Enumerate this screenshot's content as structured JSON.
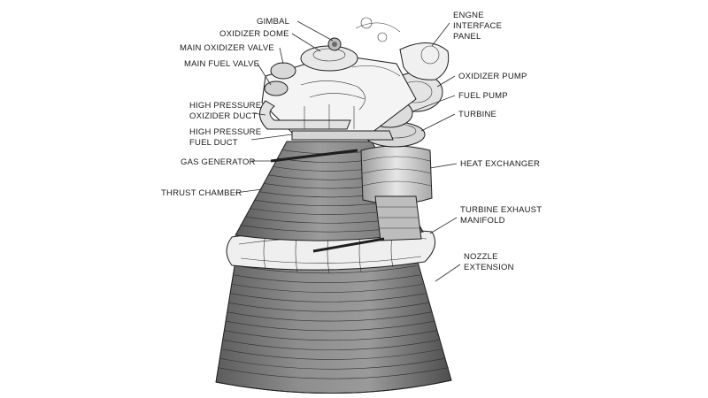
{
  "labels": {
    "gimbal": "GIMBAL",
    "oxidizer_dome": "OXIDIZER DOME",
    "main_oxidizer_valve": "MAIN OXIDIZER VALVE",
    "main_fuel_valve": "MAIN FUEL VALVE",
    "hp_oxidizer_duct_1": "HIGH PRESSURE",
    "hp_oxidizer_duct_2": "OXIZIDER DUCT",
    "hp_fuel_duct_1": "HIGH PRESSURE",
    "hp_fuel_duct_2": "FUEL DUCT",
    "gas_generator": "GAS GENERATOR",
    "thrust_chamber": "THRUST CHAMBER",
    "engine_interface_1": "ENGNE",
    "engine_interface_2": "INTERFACE",
    "engine_interface_3": "PANEL",
    "oxidizer_pump": "OXIDIZER PUMP",
    "fuel_pump": "FUEL PUMP",
    "turbine": "TURBINE",
    "heat_exchanger": "HEAT EXCHANGER",
    "turbine_exhaust_1": "TURBINE EXHAUST",
    "turbine_exhaust_2": "MANIFOLD",
    "nozzle_1": "NOZZLE",
    "nozzle_2": "EXTENSION"
  },
  "colors": {
    "ink": "#1e1e1e",
    "nozzle_fill": "#7a7a7a",
    "chamber_fill": "#8a8a8a",
    "manifold_fill": "#eeeeee",
    "pump_fill": "#cfcfcf",
    "background": "#ffffff"
  }
}
